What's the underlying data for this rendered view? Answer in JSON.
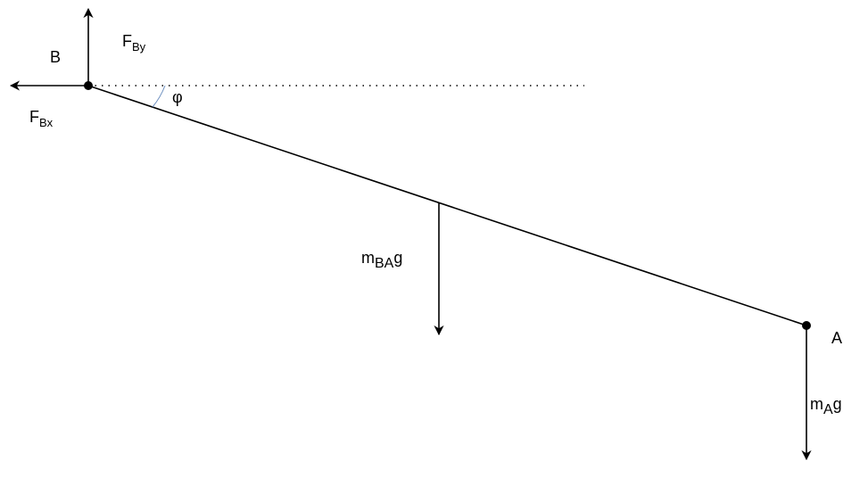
{
  "labels": {
    "point_b": "B",
    "point_a": "A",
    "angle": "φ",
    "fby": {
      "main": "F",
      "sub": "By"
    },
    "fbx": {
      "main": "F",
      "sub": "Bx"
    },
    "mbag": {
      "main": "m",
      "sub": "BA",
      "tail": "g"
    },
    "mag": {
      "main": "m",
      "sub": "A",
      "tail": "g"
    }
  },
  "colors": {
    "ink": "#000000",
    "angle_arc": "#6c8ebf",
    "background": "#ffffff"
  }
}
